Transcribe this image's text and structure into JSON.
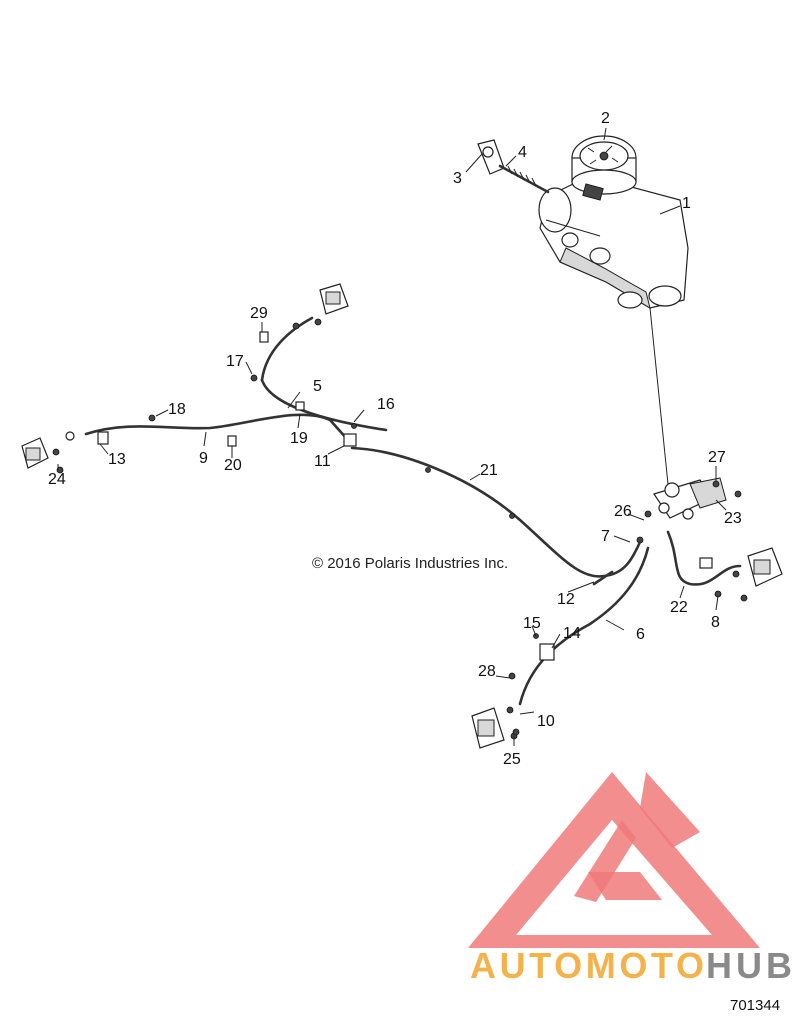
{
  "copyright": "© 2016 Polaris Industries Inc.",
  "figure_number": "701344",
  "watermark": {
    "text_part1": "AUTOMOTO",
    "text_part2": "HUB",
    "color_primary": "#f07a7a",
    "color_text1": "#f5b24a",
    "color_text2": "#8a8a8a"
  },
  "callouts": {
    "c1": "1",
    "c2": "2",
    "c3": "3",
    "c4": "4",
    "c5": "5",
    "c6": "6",
    "c7": "7",
    "c8": "8",
    "c9": "9",
    "c10": "10",
    "c11": "11",
    "c12": "12",
    "c13": "13",
    "c14": "14",
    "c15": "15",
    "c16": "16",
    "c17": "17",
    "c18": "18",
    "c19": "19",
    "c20": "20",
    "c21": "21",
    "c22": "22",
    "c23": "23",
    "c24": "24",
    "c25": "25",
    "c26": "26",
    "c27": "27",
    "c28": "28",
    "c29": "29"
  }
}
